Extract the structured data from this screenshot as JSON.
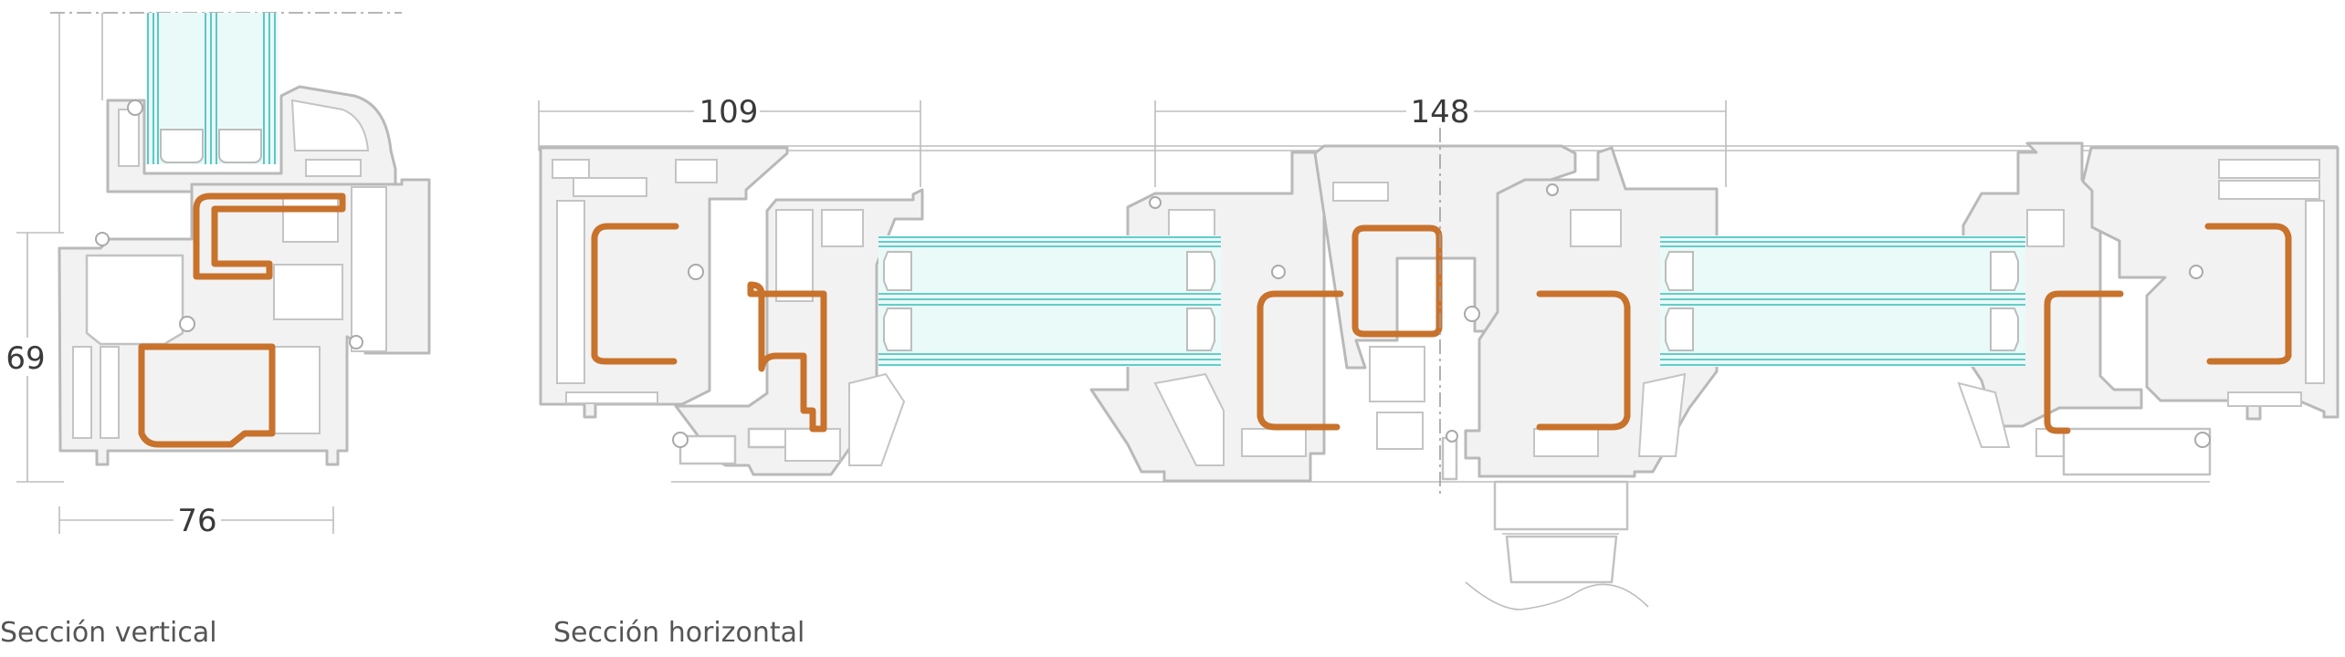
{
  "vertical_section": {
    "caption": "Sección vertical",
    "dim_height": "69",
    "dim_width": "76"
  },
  "horizontal_section": {
    "caption": "Sección horizontal",
    "dim_left": "109",
    "dim_center": "148"
  },
  "colors": {
    "profile_stroke": "#b9b9b9",
    "steel_reinforcement": "#c8722c",
    "glazing": "#39bcb8"
  }
}
